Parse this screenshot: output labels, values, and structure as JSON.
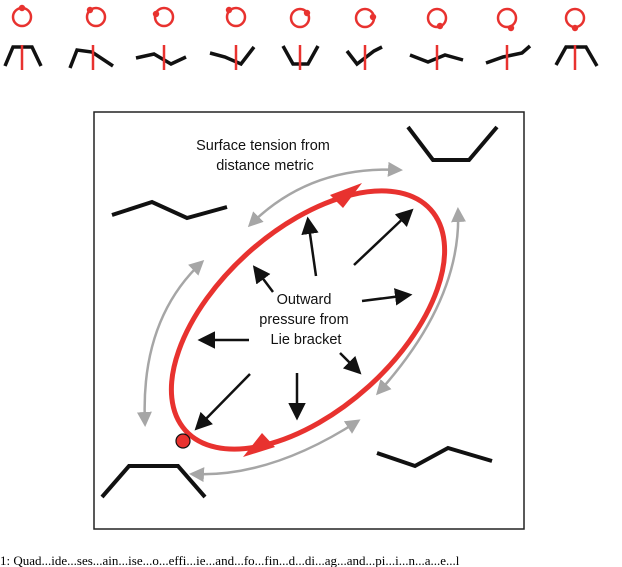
{
  "colors": {
    "red": "#e8322f",
    "black": "#111111",
    "gray": "#a6a6a6",
    "frame": "#222222"
  },
  "annotations": {
    "surface_tension": [
      "Surface tension from",
      "distance metric"
    ],
    "outward_pressure": [
      "Outward",
      "pressure from",
      "Lie bracket"
    ]
  },
  "caption": "1:  Quad...ide...ses...ain...ise...o...effi...ie...and...fo...fin...d...di...ag...and...pi...i...n...a...e...l"
}
